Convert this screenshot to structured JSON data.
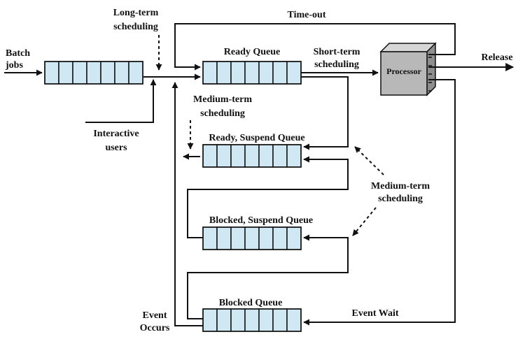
{
  "labels": {
    "batch": [
      "Batch",
      "jobs"
    ],
    "long_term": [
      "Long-term",
      "scheduling"
    ],
    "time_out": "Time-out",
    "ready_queue": "Ready Queue",
    "short_term": [
      "Short-term",
      "scheduling"
    ],
    "processor": "Processor",
    "release": "Release",
    "medium_term_left": [
      "Medium-term",
      "scheduling"
    ],
    "interactive": [
      "Interactive",
      "users"
    ],
    "ready_suspend_queue": "Ready, Suspend Queue",
    "medium_term_right": [
      "Medium-term",
      "scheduling"
    ],
    "blocked_suspend_queue": "Blocked, Suspend Queue",
    "blocked_queue": "Blocked Queue",
    "event_occurs": [
      "Event",
      "Occurs"
    ],
    "event_wait": "Event Wait"
  },
  "colors": {
    "queue_fill": "#cfe8f3",
    "processor_fill": "#b8b8b8"
  }
}
